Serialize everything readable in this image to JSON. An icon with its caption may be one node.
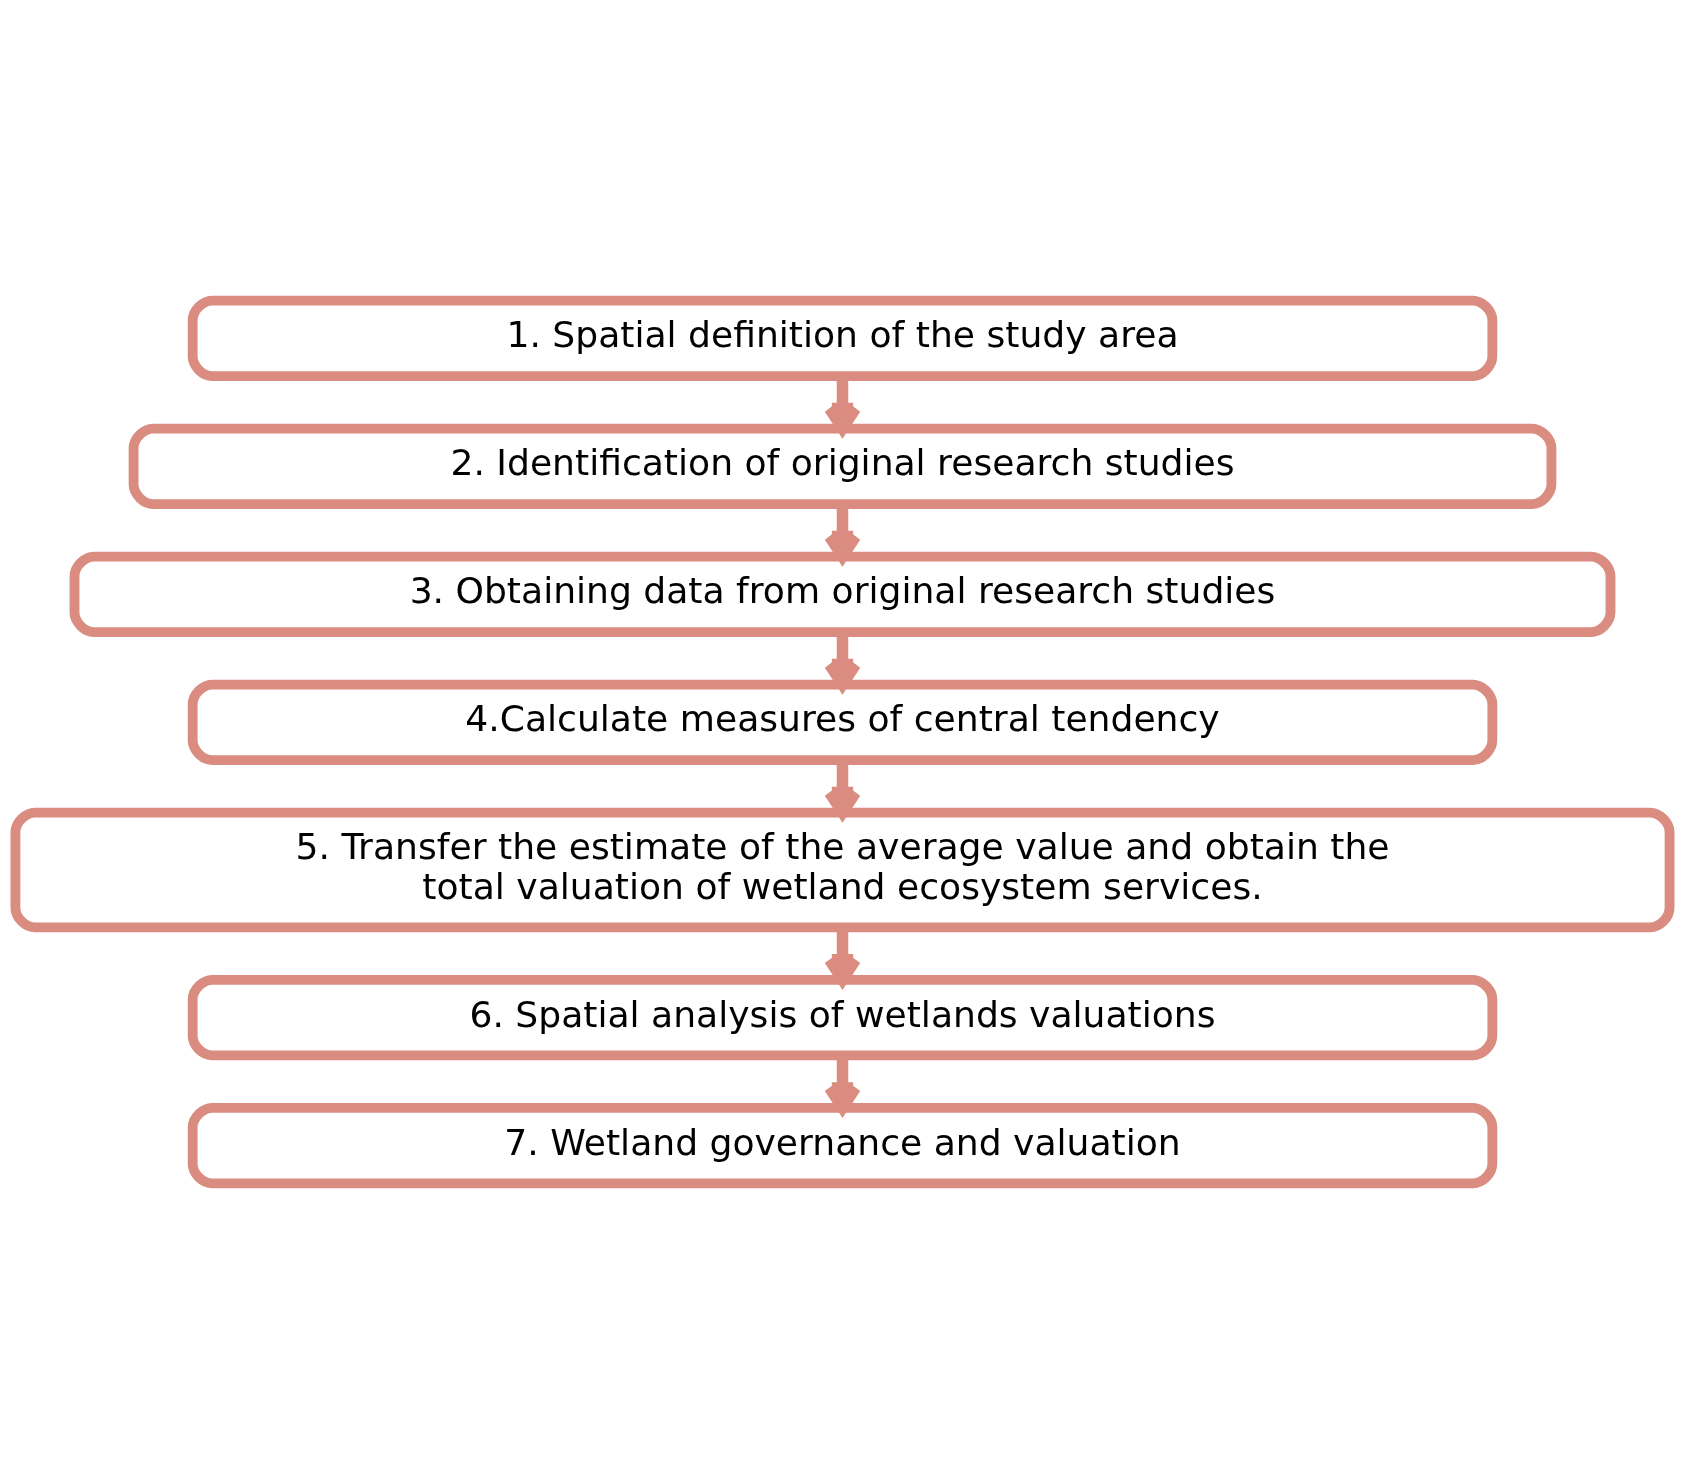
{
  "diagram": {
    "nodes": [
      {
        "text": [
          "1. Spatial definition of the study area"
        ]
      },
      {
        "text": [
          "2. Identification of original research studies"
        ]
      },
      {
        "text": [
          "3. Obtaining data from original research studies"
        ]
      },
      {
        "text": [
          "4.Calculate measures of central tendency"
        ]
      },
      {
        "text": [
          "5. Transfer the estimate of the average value and obtain the total valuation of wetland ecosystem services."
        ]
      },
      {
        "text": [
          "6. Spatial analysis of wetlands valuations"
        ]
      },
      {
        "text": [
          "7. Wetland governance and valuation"
        ]
      }
    ],
    "edges": [
      {
        "from": 0,
        "to": 1,
        "arrow": "to"
      },
      {
        "from": 1,
        "to": 2,
        "arrow": "to"
      },
      {
        "from": 2,
        "to": 3,
        "arrow": "to"
      },
      {
        "from": 3,
        "to": 4,
        "arrow": "to"
      },
      {
        "from": 4,
        "to": 5,
        "arrow": "to"
      },
      {
        "from": 5,
        "to": 6,
        "arrow": "to"
      }
    ]
  }
}
